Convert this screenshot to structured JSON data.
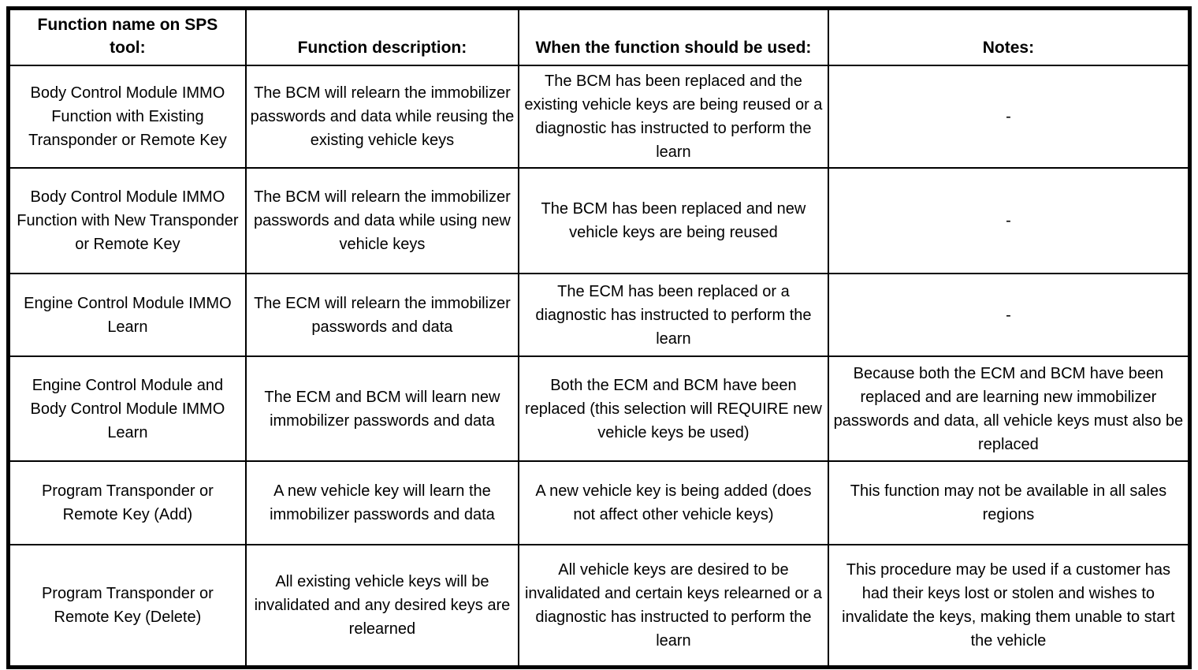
{
  "table": {
    "headers": {
      "function_name": "Function name on SPS tool:",
      "description": "Function description:",
      "when_used": "When the function should be used:",
      "notes": "Notes:"
    },
    "rows": [
      {
        "function": "Body Control Module IMMO Function with Existing Transponder or Remote Key",
        "description": "The BCM will relearn the immobilizer passwords and data while reusing the existing vehicle keys",
        "when": "The BCM has been replaced and the existing vehicle keys are being reused or a diagnostic has instructed to perform the learn",
        "notes": "-"
      },
      {
        "function": "Body Control Module IMMO Function with New Transponder or Remote Key",
        "description": "The BCM will relearn the immobilizer passwords and data while using new vehicle keys",
        "when": "The BCM has been replaced and new vehicle keys are being reused",
        "notes": "-"
      },
      {
        "function": "Engine Control Module IMMO Learn",
        "description": "The ECM will relearn the immobilizer passwords and data",
        "when": "The ECM has been replaced or a diagnostic has instructed to perform the learn",
        "notes": "-"
      },
      {
        "function": "Engine Control Module and Body Control Module IMMO Learn",
        "description": "The ECM and BCM will learn new immobilizer passwords and data",
        "when": "Both the ECM and BCM have been replaced (this selection will REQUIRE new vehicle keys be used)",
        "notes": "Because both the ECM and BCM have been replaced and are learning new immobilizer passwords and data, all vehicle keys must also be replaced"
      },
      {
        "function": "Program Transponder or Remote Key (Add)",
        "description": "A new vehicle key will learn the immobilizer passwords and data",
        "when": "A new vehicle key is being added (does not affect other vehicle keys)",
        "notes": "This function may not be available in all sales regions"
      },
      {
        "function": "Program Transponder or Remote Key (Delete)",
        "description": "All existing vehicle keys will be invalidated and any desired keys are relearned",
        "when": "All vehicle keys are desired to be invalidated and certain keys relearned or a diagnostic has instructed to perform the learn",
        "notes": "This procedure may be used if a customer has had their keys lost or stolen and wishes to invalidate the keys, making them unable to start the vehicle"
      }
    ]
  }
}
